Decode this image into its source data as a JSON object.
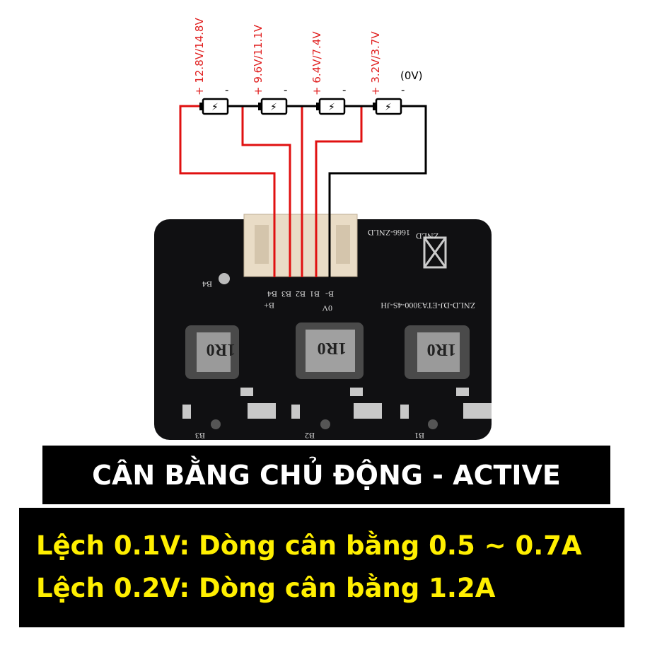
{
  "diagram": {
    "cells": [
      {
        "voltage": "+ 12.8V/14.8V",
        "minus": "-"
      },
      {
        "voltage": "+ 9.6V/11.1V",
        "minus": "-"
      },
      {
        "voltage": "+ 6.4V/7.4V",
        "minus": "-"
      },
      {
        "voltage": "+ 3.2V/3.7V",
        "minus": "-"
      }
    ],
    "ground_label": "(0V)",
    "wire_colors": {
      "positive": "#e01010",
      "ground": "#000000"
    }
  },
  "pcb": {
    "part_number": "ZNLD-DJ-ETA3000-4S-JH",
    "connector_code": "1666-ZNLD",
    "brand": "ZNLD",
    "pin_labels": [
      "B4",
      "B3",
      "B2",
      "B1",
      "B-"
    ],
    "bplus": "B+",
    "zero_v": "0V",
    "b4": "B4",
    "inductor_marking": "1R0",
    "bottom_labels": [
      "B3",
      "B2",
      "B1"
    ]
  },
  "title": "CÂN BẰNG CHỦ ĐỘNG - ACTIVE",
  "specs": [
    "Lệch 0.1V: Dòng cân bằng 0.5 ~ 0.7A",
    "Lệch 0.2V: Dòng cân bằng 1.2A"
  ],
  "colors": {
    "label_red": "#e02020",
    "spec_yellow": "#ffef00"
  }
}
